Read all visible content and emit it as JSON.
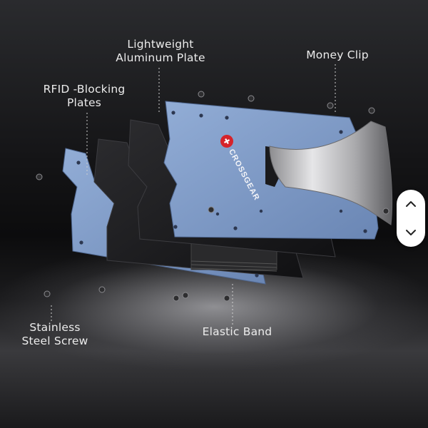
{
  "product": {
    "brand_logo": "CROSSGEAR",
    "callouts": {
      "aluminum_plate": [
        "Lightweight",
        "Aluminum Plate"
      ],
      "rfid_plates": [
        "RFID -Blocking",
        "Plates"
      ],
      "money_clip": "Money Clip",
      "screw": [
        "Stainless",
        "Steel Screw"
      ],
      "elastic_band": "Elastic Band"
    }
  },
  "gallery_nav": {
    "up_icon": "chevron-up-icon",
    "down_icon": "chevron-down-icon"
  },
  "colors": {
    "blue_plate": "#7f9cc7",
    "black_plate": "#1c1c1e",
    "logo_red": "#d6232a",
    "clip_metal": "#b9b9bc"
  }
}
